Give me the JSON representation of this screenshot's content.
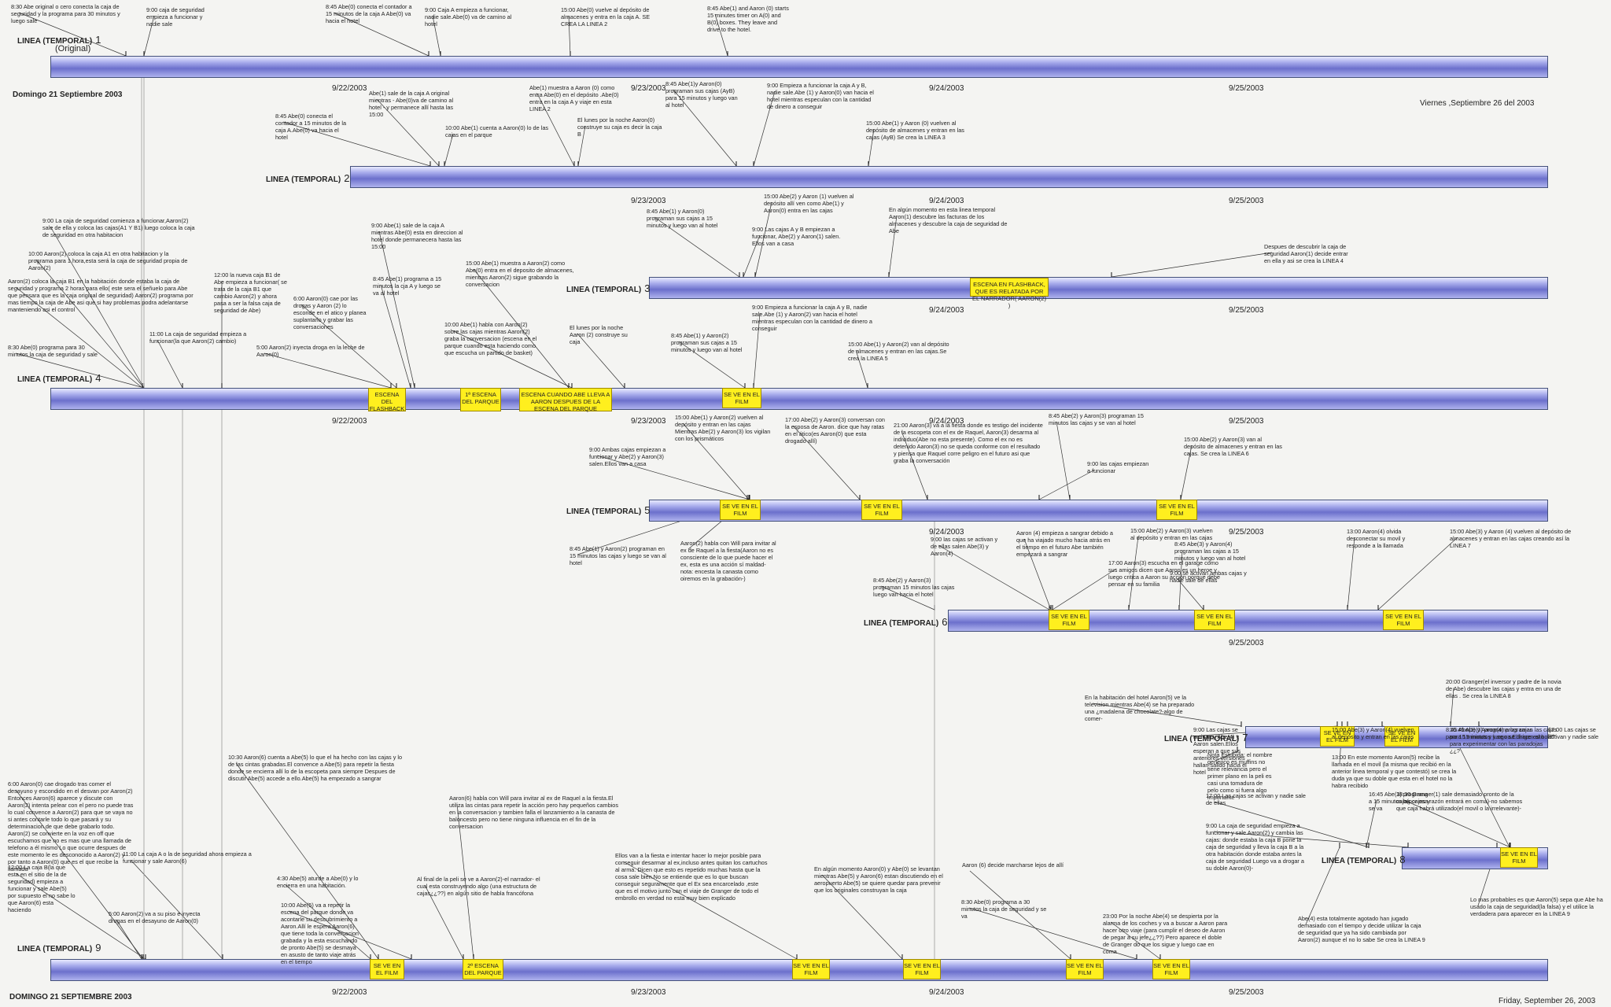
{
  "header": {
    "domingo_label": "Domingo 21 Septiembre 2003",
    "viernes_label": "Viernes ,Septiembre 26 del 2003",
    "domingo_bottom": "DOMINGO 21 SEPTIEMBRE 2003",
    "friday_bottom": "Friday, September 26, 2003",
    "original_label": "(Original)"
  },
  "lines": [
    {
      "name": "LINEA (TEMPORAL)",
      "num": "1",
      "dates": [
        "9/22/2003",
        "9/23/2003",
        "9/24/2003",
        "9/25/2003"
      ]
    },
    {
      "name": "LINEA (TEMPORAL)",
      "num": "2",
      "dates": [
        "9/23/2003",
        "9/24/2003",
        "9/25/2003"
      ]
    },
    {
      "name": "LINEA (TEMPORAL)",
      "num": "3",
      "dates": [
        "9/24/2003",
        "9/25/2003"
      ]
    },
    {
      "name": "LINEA (TEMPORAL)",
      "num": "4",
      "dates": [
        "9/22/2003",
        "9/23/2003",
        "9/24/2003",
        "9/25/2003"
      ]
    },
    {
      "name": "LINEA (TEMPORAL)",
      "num": "5",
      "dates": [
        "9/24/2003",
        "9/25/2003"
      ]
    },
    {
      "name": "LINEA (TEMPORAL)",
      "num": "6",
      "dates": [
        "9/25/2003"
      ]
    },
    {
      "name": "LINEA (TEMPORAL)",
      "num": "7",
      "dates": []
    },
    {
      "name": "LINEA (TEMPORAL)",
      "num": "8",
      "dates": []
    },
    {
      "name": "LINEA (TEMPORAL)",
      "num": "9",
      "dates": [
        "9/22/2003",
        "9/23/2003",
        "9/24/2003",
        "9/25/2003"
      ]
    }
  ],
  "film_labels": [
    "ESCENA EN FLASHBACK, QUE ES RELATADA POR EL NARRADOR( AARON(2) )",
    "ESCENA DEL FLASHBACK",
    "1ª ESCENA DEL PARQUE",
    "ESCENA CUANDO ABE LLEVA A AARON DESPUES DE LA ESCENA DEL PARQUE",
    "SE VE EN EL FILM",
    "2ª ESCENA DEL PARQUE"
  ],
  "notes": [
    "8:30 Abe original o cero conecta la caja de seguridad y la programa para 30 minutos y luego sale",
    "9:00 caja de seguridad empieza a funcionar y nadie sale",
    "8:45 Abe(0) conecta el contador a 15 minutos de la caja A Abe(0) va hacia el hotel",
    "9:00 Caja A empieza a funcionar, nadie sale.Abe(0) va de camino al hotel",
    "15:00 Abe(0) vuelve al depósito de almacenes y entra en la caja A. SE CREA LA LINEA 2",
    "8:45 Abe(1) and Aaron (0) starts 15 minutes timer on A(0) and B(0) boxes. They leave and drive to the hotel.",
    "Abe(1) sale de la caja A original mientras - Abe(0)va de camino al hotel - y permanece allí hasta las 15:00",
    "Abe(1) muestra a Aaron (0) como entra Abe(0) en el depósito .Abe(0) entra en la caja A y viaje en esta LINEA 2",
    "8:45 Abe(1)y Aaron(0) programan sus cajas (AyB) para 15 minutos y luego van al hotel",
    "9:00 Empieza a funcionar la caja A y B, nadie sale.Abe (1) y Aaron(0) van hacia el hotel mientras especulan con la cantidad de dinero a conseguir",
    "8:45 Abe(0) conecta el contador a 15 minutos de la caja A.Abe(0) va hacia el hotel",
    "10:00 Abe(1) cuenta a Aaron(0) lo de las cajas en el parque",
    "El lunes por la noche Aaron(0) construye su caja es decir la caja B",
    "15:00 Abe(1) y Aaron (0) vuelven al depósito de almacenes y entran en las cajas (AyB) Se crea la LINEA 3",
    "8:45 Abe(1) y Aaron(0) programan sus cajas a 15 minutos y luego van al hotel",
    "15:00 Abe(2) y Aaron (1) vuelven al depósito allí ven como Abe(1) y Aaron(0) entra en las cajas",
    "9:00 Las cajas A y B empiezan a funcionar, Abe(2) y Aaron(1) salen. Ellos van a casa",
    "En algún momento en esta linea temporal Aaron(1) descubre las facturas de los almacenes y descubre la caja de seguridad de Abe",
    "Despues de descubrir la caja de seguridad Aaron(1) decide entrar en ella y asi se crea la LINEA 4",
    "9:00 La caja de seguridad comienza a funcionar,Aaron(2) sale de ella y coloca las cajas(A1 Y B1) luego coloca la caja de seguridad en otra habitacion",
    "10:00 Aaron(2) coloca la caja A1 en otra habitacion y la programa para 1 hora,esta será la caja de seguridad propia de Aaron(2)",
    "Aaron(2) coloca la caja B1 en la habitación donde estaba la caja de seguridad y programa 2 horas para ello( este sera el señuelo para Abe que pensara que es la caja original de seguridad) Aaron(2) programa por mas tiempo la caja de Abe asi que si hay problemas podra adelantarse manteniendo asi el control",
    "12:00 la nueva caja B1 de Abe empieza a funcionar( se trata de la caja B1 que cambio Aaron(2) y ahora pasa a ser la falsa caja de seguridad de Abe)",
    "6:00 Aaron(0) cae por las drogas y Aaron (2) lo esconde en el atico y planea suplantarlo y grabar las conversaciones",
    "9:00 Abe(1) sale de la caja A mientras Abe(0) esta en direccion al hotel donde permanecera hasta las 15:00",
    "8:45 Abe(1) programa a 15 minutos la cja A y luego se va al hotel",
    "15:00 Abe(1) muestra a Aaron(2) como Abe(0) entra en el deposito de almacenes, mientras Aaron(2) sigue grabando la conversacion",
    "11:00 La caja de seguridad empieza a funcionar(la que Aaron(2) cambio)",
    "8:30 Abe(0) programa para 30 minutos la caja de seguridad y sale",
    "5:00 Aaron(2) inyecta droga en la leche de Aaron(0)",
    "10:00 Abe(1) habla con Aaron(2) sobre las cajas mientras Aaron(2) graba la conversacion (escena en el parque cuando esta haciendo como que escucha un partido de basket)",
    "El lunes por la noche Aaron (2) construye su caja",
    "8:45 Abe(1) y Aaron(2) programan sus cajas a 15 minutos y luego van al hotel",
    "9:00 Empieza a funcionar la caja A y B, nadie sale.Abe (1) y Aaron(2) van hacia el hotel mientras especulan con la cantidad de dinero a conseguir",
    "15:00 Abe(1) y Aaron(2) van al depósito de almacenes y entran en las cajas.Se crea la LINEA 5",
    "15:00 Abe(1) y Aaron(2) vuelven al depósito y entran en las cajas Mientras Abe(2) y Aaron(3) los vigilan con los prismáticos",
    "17:00 Abe(2) y Aaron(3) conversan con la esposa de Aaron. dice que hay ratas en el ático(es Aaron(0) que esta drogado allí)",
    "21:00 Aaron(3) va a la fiesta donde es testigo del incidente de la escopeta con el ex de Raquel, Aaron(3) desarma al individuo(Abe no esta presente). Como el ex no es detenido Aaron(3) no se queda conforme con el resultado y piensa que Raquel corre peligro en el futuro asi que graba la conversación",
    "8:45 Abe(2) y Aaron(3) programan 15 minutos las cajas y se van al hotel",
    "9:00 Ambas cajas empiezan a funcionar y Abe(2) y Aaron(3) salen.Ellos van a casa",
    "9:00 las cajas empiezan a funcionar",
    "15:00 Abe(2) y Aaron(3) van al depósito de almacenes y entran en las cajas. Se crea la LINEA 6",
    "8:45 Abe(1) y Aaron(2) programan en 15 minutos las cajas y luego se van al hotel",
    "Aaron(2) habla con Will para invitar al ex de Raquel a la fiesta(Aaron no es consciente de lo que puede hacer el ex, esta es una acción sí maldad-nota: encesta la canasta como oiremos en la grabación-)",
    "8:45 Abe(2) y Aaron(3) programan 15 minutos las cajas luego van hacia el hotel",
    "9:00 las cajas se activan y de ellas salen Abe(3) y Aaron(4)",
    "Aaron (4) empieza a sangrar debido a que ha viajado mucho hacia atrás en el tiempo en el futuro Abe también empezará a sangrar",
    "15:00 Abe(2) y Aaron(3) vuelven al depósito y entran en las cajas",
    "17:00 Aaron(3) escucha en el garage como sus amigos dicen que Aaron es un heroe y luego critica a Aaron su acción porque debe pensar en su familia",
    "8:45 Abe(3) y Aaron(4) programan las cajas a 15 minutos y luego van al hotel",
    "9:00 se activan ambas cajas y nadie sale de ellas",
    "13:00 Aaron(4) olvida desconectar su movil y responde a la llamada",
    "15:00 Abe(3) y Aaron (4) vuelven al depósito de almacenes y entran en las cajas creando así la LINEA 7",
    "9:00 Las cajas se activan y Abe(4) y Aaron salen.Ellos esperan a que sus anteriores versiones hallan salido hacia el hotel",
    "15:00 Abe(3) y Aaron(4) vuelven al depósito y entran en las cajas",
    "13:00 En este momento Aaron(5) recibe la llamada en el movil (la misma que recibió en la anterior linea temporal y que contestó) se crea la duda ya que su doble que esta en el hotel no la habra recibido",
    "16:45 Abe(3) programa las cajas para 15 minutos y se va.El hace esto para experimentar con las paradojas ¿¿?",
    "17:00 Las cajas se activan y nadie sale",
    "20:00 Granger(el inversor y padre de la novia de Abe) descubre las cajas y entra en una de ellas . Se crea la LINEA 8",
    "8:45 Abe(3) y Aaron(4) programan las cajas para 15 minutos y luego se dirigen al hotel",
    "En la habitación del hotel Aaron(5) ve la television mientras Abe(4) se ha preparado una ¿madalena de chocolate?-algo de comer-",
    "Nota Estupida: el nombre generico es muffins no tiene relevancia pero el primer plano en la peli es casi una tomadura de pelo como si fuera algo importante",
    "17:00 Las cajas se activan y nadie sale de ellas",
    "16:45 Abe(3) programa a 15 minutos las cajas y se va",
    "18:30 Granger(1) sale demasiado pronto de la caja(por esa razón entrará en coma)-no sabemos que caja habrá utilizado(el movil o la irrelevante)-",
    "9:00 La caja de seguridad empieza a funcionar y sale Aaron(2) y cambia las cajas: donde estaba la caja B pone la caja de seguridad y lleva la caja B a la otra habitación donde estaba antes la caja de seguridad Luego va a drogar a su doble Aaron(0)-",
    "6:00 Aaron(0) cae drogado tras comer el desayuno y escondido en el desvan por Aaron(2) Entonces Aaron(6) aparece y discute con Aaron(2) intenta pelear con el pero no puede tras lo cual convence a Aaron(2) para que se vaya no si antes contarle todo lo que pasará y su determinacion de que debe grabarlo todo. Aaron(2) se convierte en la voz en off que escuchamos que no es mas que una llamada de telefono a él mismo Lo que ocurre despues de este momento le es desconocido a Aaron(2) y por tanto a Aaron(0) que es el que recibe la llamada",
    "10:30 Aaron(6) cuenta a Abe(5) lo que el ha hecho con las cajas y lo de las cintas grabadas.El convence a Abe(5) para repetir la fiesta donde se encierra allí lo de la escopeta para siempre Despues de discutir Abe(5) accede a ello.Abe(5) ha empezado a sangrar",
    "Aaron(6) habla con Will para invitar al ex de Raquel a la fiesta.El utiliza las cintas para repetir la acción pero hay pequeños cambios en la conversacion y tambien falla el lanzamiento a la canasta de baloncesto pero no tiene ninguna influencia en el fin de la conversacion",
    "Ellos van a la fiesta e intentar hacer lo mejor posible para conseguir desarmar al ex,incluso antes quitan los cartuchos al arma. Dicen que esto es repetido muchas hasta que la cosa sale bien.No se entiende que es lo que buscan conseguir seguramente que el Ex sea encarcelado ,este que es el motivo junto con el viaje de Granger de todo el embrollo en verdad no esta muy bien explicado",
    "En algún momento Aaron(0) y Abe(0) se levantan mientras Abe(5) y Aaron(6) estan discutiendo en el aeropuerto Abe(5) se quiere quedar para prevenir que los originales construyan la caja",
    "Aaron (6) decide marcharse lejos de allí",
    "8:30 Abe(0) programa a 30 minutos la caja de seguridad y se va",
    "12:00 La caja B(la que esta en el sitio de la de seguridad) empieza a funcionar y sale Abe(5) por supuesto el no sabe lo que Aaron(6) esta haciendo",
    "11:00 La caja A o la de seguridad ahora empieza a funcionar y sale Aaron(6)",
    "5:00 Aaron(2) va a su piso e inyecta drogas en el desayuno de Aaron(0)",
    "4:30 Abe(5) aturde a Abe(0) y lo encierra en una habitación.",
    "10:00 Abe(5) va a repetir la escena del parque donde va acontarle su descubrimiento a Aaron.Allí le espera Aaron(6) que tiene toda la conversacion grabada y la esta escuchando de pronto Abe(5) se desmaya en asusto de tanto viaje atrás en el tiempo",
    "Al final de la peli se ve a Aaron(2)-el narrador- el cual esta construyendo algo (una estructura de cajas¿¿??) en algún sitio de habla francófona",
    "23:00 Por la noche Abe(4) se despierta por la alarma de los coches y va a buscar a Aaron para hacer otro viaje (para cumplir el deseo de Aaron de pegar a su jefe¿¿??) Pero aparece el doble de Granger do que los sigue y luego cae en coma",
    "Abe(4) esta totalmente agotado han jugado demasiado con el tiempo y decide utilizar la caja de seguridad que ya ha sido cambiada por Aaron(2) aunque el no lo sabe Se crea la LINEA 9",
    "Lo mas probables es que Aaron(5) sepa que Abe ha usado la caja de seguridad(la falsa) y el utilice la verdadera para aparecer en la LINEA 9"
  ]
}
